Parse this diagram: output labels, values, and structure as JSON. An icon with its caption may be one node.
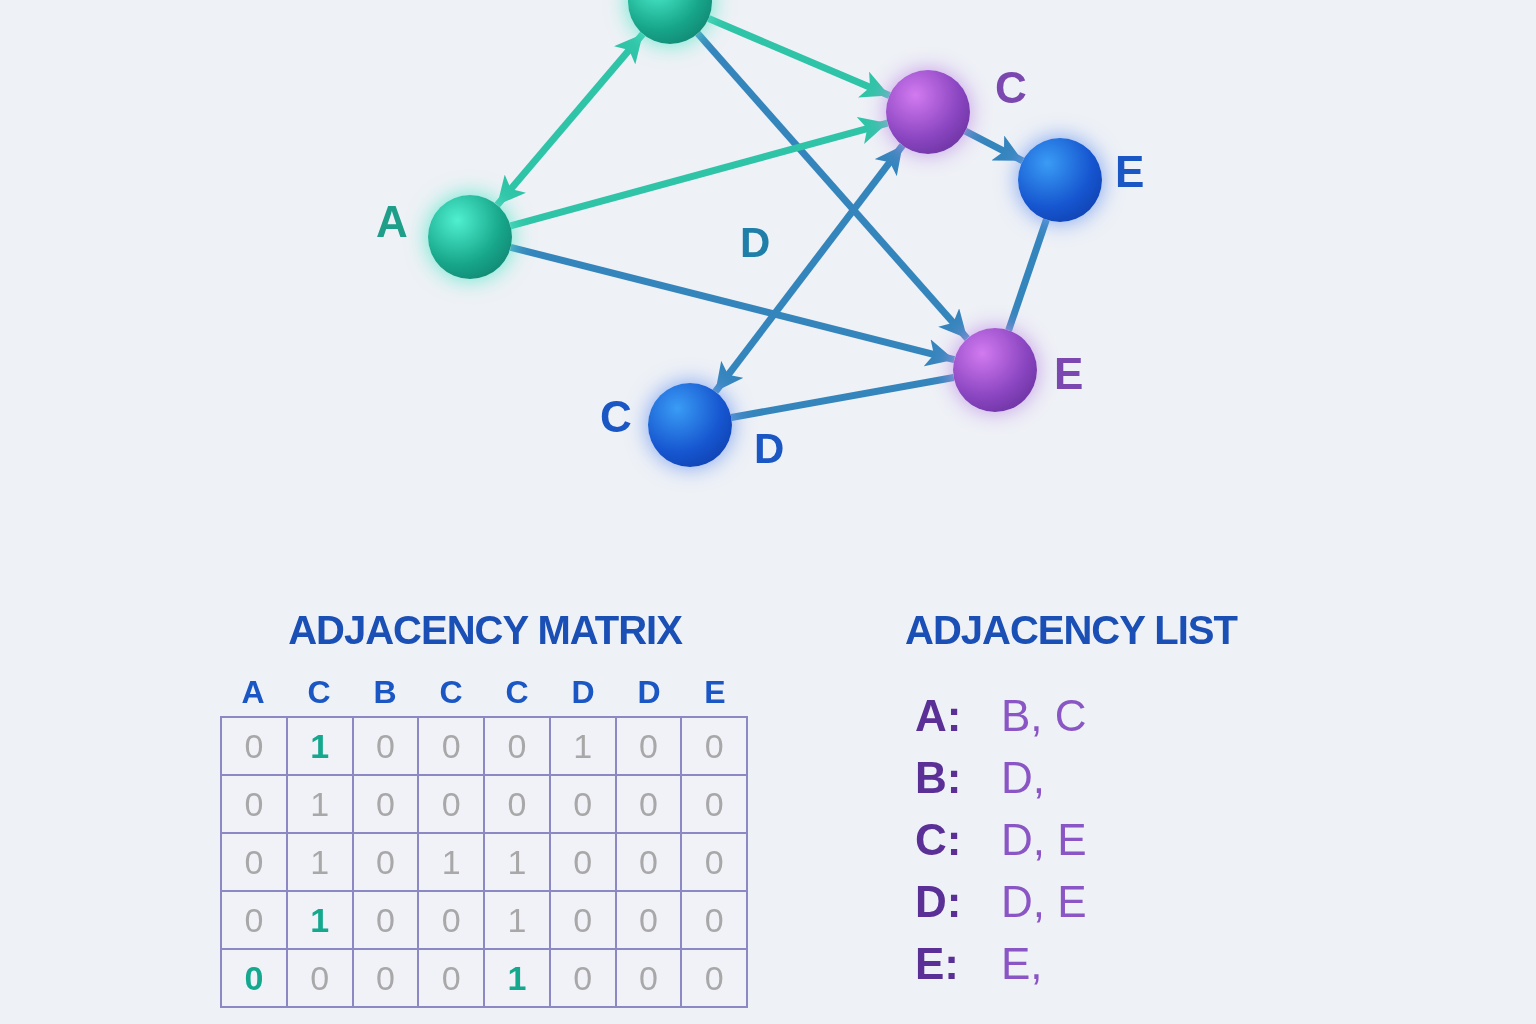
{
  "diagram": {
    "nodes": [
      {
        "text": [],
        "shape": "circle"
      },
      {
        "text": [],
        "shape": "circle",
        "beside": [
          "C"
        ]
      },
      {
        "text": [],
        "shape": "circle",
        "beside": [
          "E"
        ]
      },
      {
        "text": [],
        "shape": "circle",
        "beside": [
          "A"
        ]
      },
      {
        "text": [],
        "shape": "circle",
        "beside": [
          "E"
        ]
      },
      {
        "text": [],
        "shape": "circle",
        "beside": [
          "C"
        ]
      }
    ],
    "edges": [
      {
        "from": 3,
        "to": 0,
        "arrow": "both",
        "color": "#2fc4a7"
      },
      {
        "from": 0,
        "to": 1,
        "arrow": "to",
        "color": "#2fc4a7"
      },
      {
        "from": 0,
        "to": 4,
        "arrow": "to"
      },
      {
        "from": 3,
        "to": 1,
        "arrow": "to",
        "color": "#2fc4a7"
      },
      {
        "from": 3,
        "to": 4,
        "arrow": "to"
      },
      {
        "from": 5,
        "to": 1,
        "arrow": "both"
      },
      {
        "from": 1,
        "to": 2,
        "arrow": "to"
      },
      {
        "from": 2,
        "to": 4,
        "arrow": "none"
      },
      {
        "from": 5,
        "to": 4,
        "arrow": "none"
      }
    ],
    "labels": [
      "D",
      "D",
      "ADJACENCY MATRIX",
      "A",
      "C",
      "B",
      "C",
      "C",
      "D",
      "D",
      "E",
      "0",
      "1",
      "0",
      "0",
      "0",
      "1",
      "0",
      "0",
      "0",
      "1",
      "0",
      "0",
      "0",
      "0",
      "0",
      "0",
      "0",
      "1",
      "0",
      "1",
      "1",
      "0",
      "0",
      "0",
      "0",
      "1",
      "0",
      "0",
      "1",
      "0",
      "0",
      "0",
      "0",
      "0",
      "0",
      "0",
      "1",
      "0",
      "0",
      "0",
      "ADJACENCY LIST",
      "A:",
      "B, C",
      "B:",
      "D,",
      "C:",
      "D, E",
      "D:",
      "D, E",
      "E:",
      "E,"
    ]
  }
}
